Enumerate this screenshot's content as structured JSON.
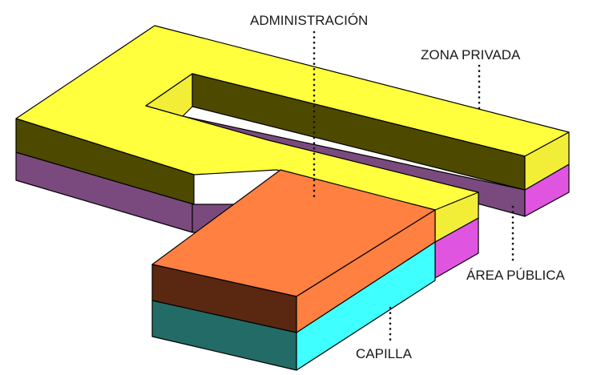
{
  "labels": {
    "admin": "ADMINISTRACIÓN",
    "private": "ZONA PRIVADA",
    "public": "ÁREA PÚBLICA",
    "chapel": "CAPILLA"
  },
  "colors": {
    "private_top": "#ffff3d",
    "private_side_dark": "#4d4a00",
    "private_side_light": "#f2ee38",
    "public_dark": "#7a4a7e",
    "public_light": "#e055e0",
    "admin_top": "#ff8040",
    "admin_side_dark": "#5a2810",
    "admin_side_light": "#ff8040",
    "chapel_dark": "#236b66",
    "chapel_light": "#40ffff"
  }
}
